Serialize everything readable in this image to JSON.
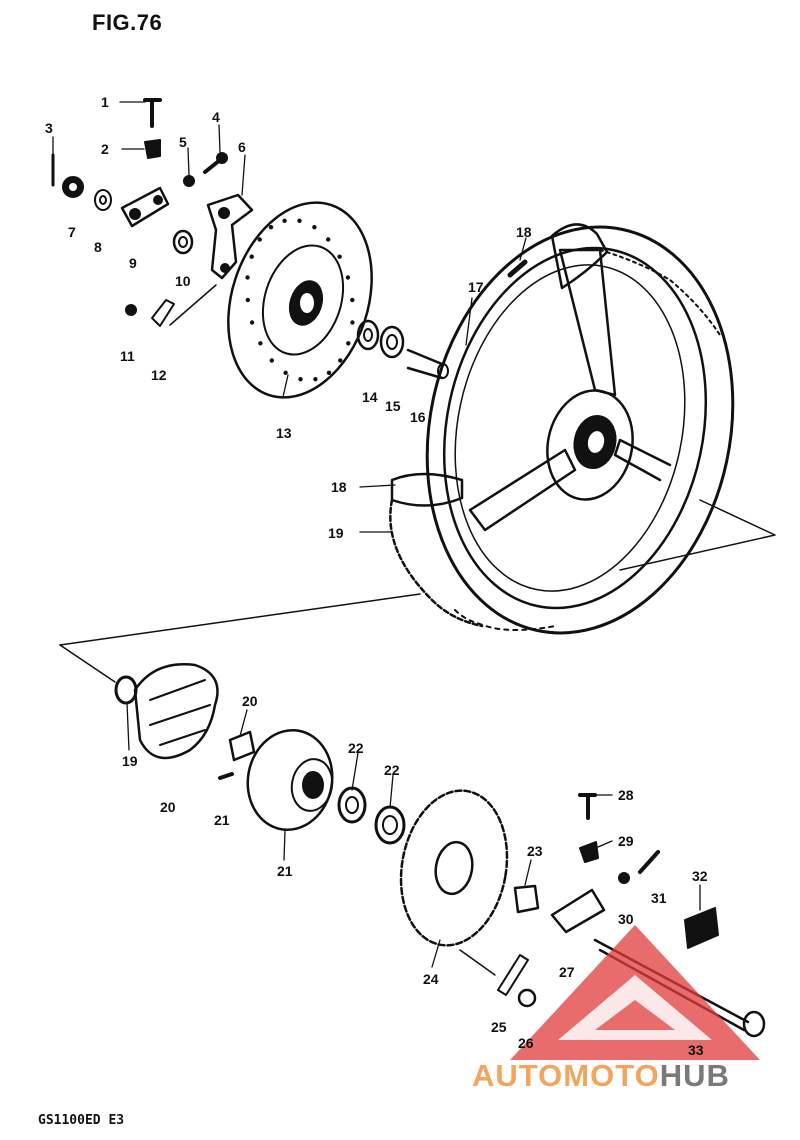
{
  "figure": {
    "title": "FIG.76",
    "model": "GS1100ED  E3"
  },
  "watermark": {
    "part1": "AUTOMOTO",
    "part2": "HUB",
    "colors": {
      "accent": "#f2a55f",
      "logo_red": "#e23b3b",
      "text_gray": "#7a7a7a"
    }
  },
  "callouts": [
    {
      "id": "c1",
      "text": "1"
    },
    {
      "id": "c2",
      "text": "2"
    },
    {
      "id": "c3",
      "text": "3"
    },
    {
      "id": "c4",
      "text": "4"
    },
    {
      "id": "c5",
      "text": "5"
    },
    {
      "id": "c6",
      "text": "6"
    },
    {
      "id": "c7",
      "text": "7"
    },
    {
      "id": "c8",
      "text": "8"
    },
    {
      "id": "c9",
      "text": "9"
    },
    {
      "id": "c10",
      "text": "10"
    },
    {
      "id": "c11",
      "text": "11"
    },
    {
      "id": "c12",
      "text": "12"
    },
    {
      "id": "c13",
      "text": "13"
    },
    {
      "id": "c14",
      "text": "14"
    },
    {
      "id": "c15",
      "text": "15"
    },
    {
      "id": "c16",
      "text": "16"
    },
    {
      "id": "c17",
      "text": "17"
    },
    {
      "id": "c18a",
      "text": "18"
    },
    {
      "id": "c18b",
      "text": "18"
    },
    {
      "id": "c19a",
      "text": "19"
    },
    {
      "id": "c19b",
      "text": "19"
    },
    {
      "id": "c20a",
      "text": "20"
    },
    {
      "id": "c20b",
      "text": "20"
    },
    {
      "id": "c21a",
      "text": "21"
    },
    {
      "id": "c21b",
      "text": "21"
    },
    {
      "id": "c22a",
      "text": "22"
    },
    {
      "id": "c22b",
      "text": "22"
    },
    {
      "id": "c23",
      "text": "23"
    },
    {
      "id": "c24",
      "text": "24"
    },
    {
      "id": "c25",
      "text": "25"
    },
    {
      "id": "c26",
      "text": "26"
    },
    {
      "id": "c27",
      "text": "27"
    },
    {
      "id": "c28",
      "text": "28"
    },
    {
      "id": "c29",
      "text": "29"
    },
    {
      "id": "c30",
      "text": "30"
    },
    {
      "id": "c31",
      "text": "31"
    },
    {
      "id": "c32",
      "text": "32"
    },
    {
      "id": "c33",
      "text": "33"
    }
  ]
}
